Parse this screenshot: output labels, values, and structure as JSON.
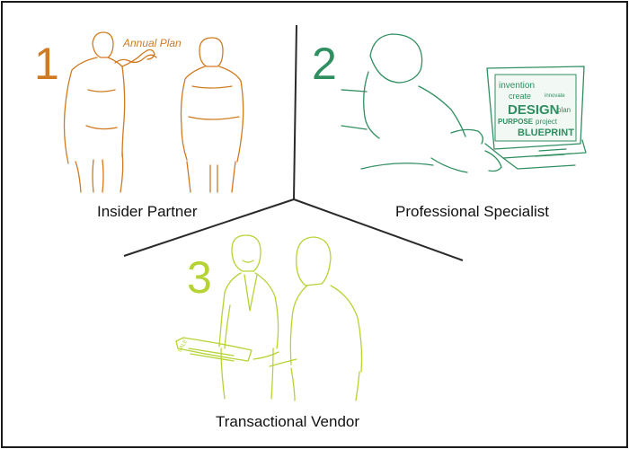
{
  "colors": {
    "orange": "#d07a22",
    "green": "#2f8f60",
    "lime": "#b5d334",
    "divider": "#2a2a2a"
  },
  "sections": [
    {
      "number": "1",
      "label": "Insider Partner",
      "color": "#d07a22"
    },
    {
      "number": "2",
      "label": "Professional Specialist",
      "color": "#2f8f60"
    },
    {
      "number": "3",
      "label": "Transactional Vendor",
      "color": "#b5d334"
    }
  ],
  "illustrations": {
    "whiteboard_text": "Annual Plan",
    "laptop_words": [
      "invention",
      "create",
      "innovate",
      "DESIGN",
      "plan",
      "PURPOSE",
      "project",
      "BLUEPRINT"
    ],
    "receipt_text": "SALE"
  }
}
